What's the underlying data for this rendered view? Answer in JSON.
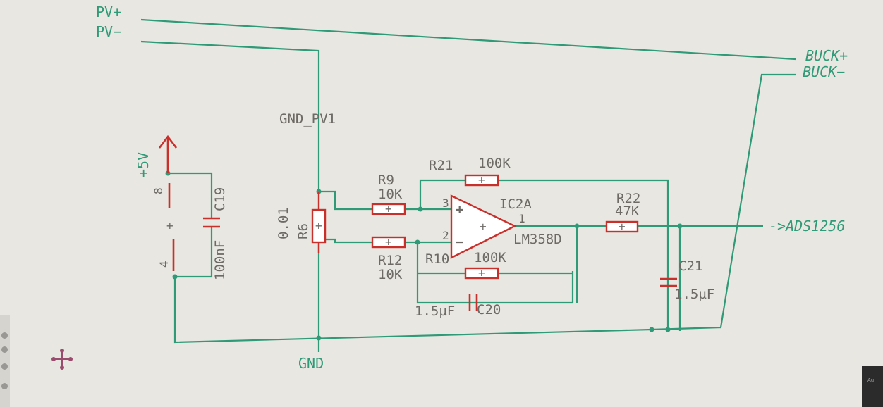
{
  "nets": {
    "pv_pos": "PV+",
    "pv_neg": "PV−",
    "buck_pos": "BUCK+",
    "buck_neg": "BUCK−",
    "gnd_pv1": "GND_PV1",
    "gnd": "GND",
    "supply": "+5V",
    "ads": "->ADS1256"
  },
  "components": {
    "c19": {
      "ref": "C19",
      "value": "100nF"
    },
    "r6": {
      "ref": "R6",
      "value": "0.01"
    },
    "r9": {
      "ref": "R9",
      "value": "10K"
    },
    "r12": {
      "ref": "R12",
      "value": "10K"
    },
    "r21": {
      "ref": "R21",
      "value": "100K"
    },
    "r10": {
      "ref": "R10",
      "value": "100K"
    },
    "r22": {
      "ref": "R22",
      "value": "47K"
    },
    "c20": {
      "ref": "C20",
      "value": "1.5µF"
    },
    "c21": {
      "ref": "C21",
      "value": "1.5µF"
    },
    "ic2a": {
      "ref": "IC2A",
      "value": "LM358D"
    }
  },
  "pins": {
    "ic_in_pos": "3",
    "ic_in_neg": "2",
    "ic_out": "1",
    "ic_vcc": "8",
    "ic_gnd": "4",
    "plus": "+",
    "minus": "−"
  },
  "corner_panel": {
    "label": "Au"
  },
  "colors": {
    "wire": "#2f9a78",
    "component": "#c9302c",
    "background": "#e9e7e1"
  }
}
